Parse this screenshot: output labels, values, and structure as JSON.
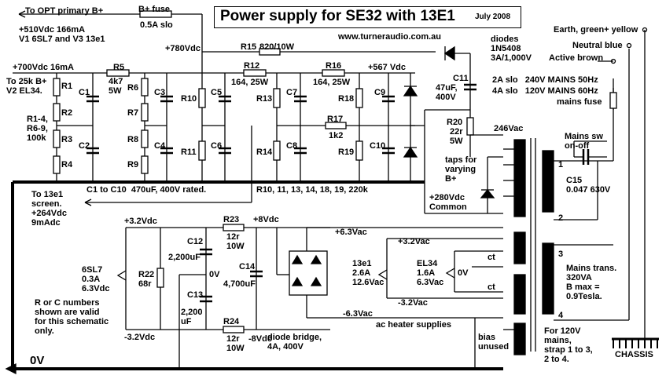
{
  "title": "Power supply for SE32 with 13E1",
  "date": "July 2008",
  "website": "www.turneraudio.com.au",
  "hv": {
    "opt_primary": "To OPT primary B+",
    "b_fuse": "B+ fuse",
    "b_fuse_rating": "0.5A slo",
    "v510": "+510Vdc 166mA",
    "v510_load": "V1 6SL7 and V3 13e1",
    "v700": "+700Vdc 16mA",
    "to_25k": "To 25k B+",
    "to_25k_load": "V2 EL34.",
    "v780": "+780Vdc",
    "r15": "R15",
    "r15_value": "820/10W",
    "r5": "R5",
    "r5_value": "4k7\n5W",
    "r12": "R12",
    "r12_value": "164, 25W",
    "r16": "R16",
    "r16_value": "164, 25W",
    "v567": "+567 Vdc",
    "r17": "R17",
    "r17_value": "1k2",
    "r1_r4_note": "R1-4,\nR6-9,\n100k",
    "caps_note": "C1 to C10  470uF, 400V rated.",
    "res_note": "R10, 11, 13, 14, 18, 19, 220k",
    "to_13e1": "To 13e1\nscreen.\n+264Vdc\n9mAdc",
    "diodes": "diodes\n1N5408\n3A/1,000V",
    "c11": "C11",
    "c11_value": "47uF,\n400V",
    "r20": "R20",
    "r20_value": "22r\n5W",
    "taps": "taps for\nvarying\nB+",
    "v280": "+280Vdc\nCommon",
    "v246": "246Vac",
    "labels": {
      "R1": "R1",
      "R2": "R2",
      "R3": "R3",
      "R4": "R4",
      "R6": "R6",
      "R7": "R7",
      "R8": "R8",
      "R9": "R9",
      "R10": "R10",
      "R11": "R11",
      "R13": "R13",
      "R14": "R14",
      "R18": "R18",
      "R19": "R19",
      "C1": "C1",
      "C2": "C2",
      "C3": "C3",
      "C4": "C4",
      "C5": "C5",
      "C6": "C6",
      "C7": "C7",
      "C8": "C8",
      "C9": "C9",
      "C10": "C10"
    }
  },
  "mains": {
    "earth": "Earth, green+ yellow",
    "neutral": "Neutral blue",
    "active": "Active brown",
    "fuse_240": "2A slo   240V MAINS 50Hz",
    "fuse_120": "4A slo   120V MAINS 60Hz",
    "fuse_label": "mains fuse",
    "switch": "Mains sw\non-off",
    "c15": "C15\n0.047 630V",
    "pin1": "1",
    "pin2": "2",
    "pin3": "3",
    "pin4": "4",
    "trans": "Mains trans.\n320VA\nB max =\n0.9Tesla.",
    "strap": "For 120V\nmains,\nstrap 1 to 3,\n2 to 4.",
    "chassis": "CHASSIS"
  },
  "lv": {
    "v32_top": "+3.2Vdc",
    "v32_bot": "-3.2Vdc",
    "tube_6sl7": "6SL7\n0.3A\n6.3Vdc",
    "r22": "R22\n68r",
    "c12": "C12",
    "c12_value": "2,200uF",
    "c13": "C13",
    "c13_value": "2,200\nuF",
    "r23": "R23",
    "r23_value": "12r\n10W",
    "r24": "R24",
    "r24_value": "12r\n10W",
    "v8_pos": "+8Vdc",
    "v8_neg": "-8Vdc",
    "zero_v": "0V",
    "c14": "C14",
    "c14_value": "4,700uF",
    "bridge": "diode bridge,\n4A, 400V",
    "ac63_pos": "+6.3Vac",
    "ac63_neg": "-6.3Vac",
    "ac32_pos": "+3.2Vac",
    "ac32_neg": "-3.2Vac",
    "tube_13e1": "13e1\n2.6A\n12.6Vac",
    "tube_el34": "EL34\n1.6A\n6.3Vac",
    "el34_0v": "0V",
    "ct1": "ct",
    "ct2": "ct",
    "heater": "ac heater supplies",
    "bias": "bias\nunused",
    "note": "R or C numbers\nshown are valid\nfor this schematic\nonly.",
    "ground": "0V"
  }
}
